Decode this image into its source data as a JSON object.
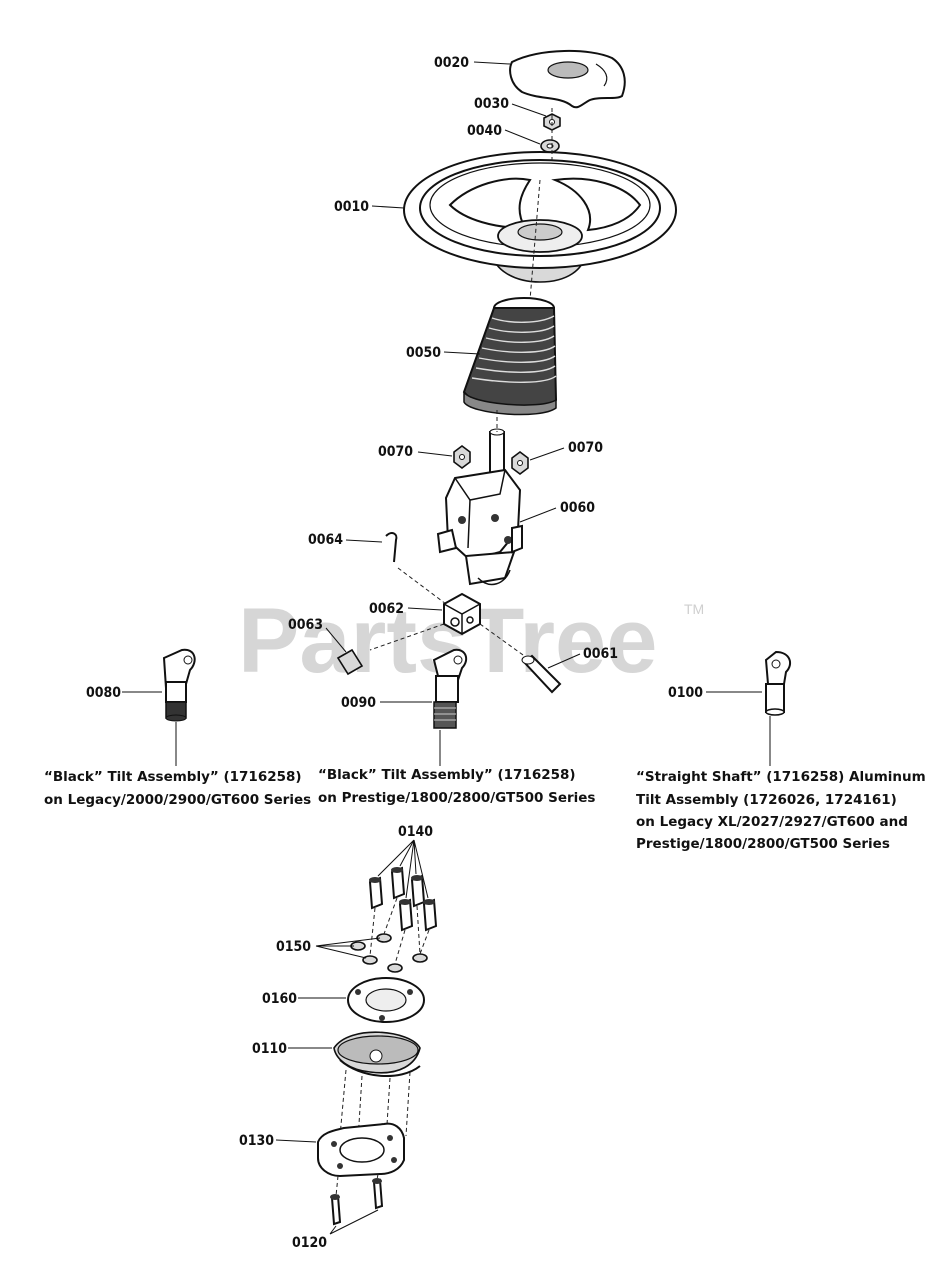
{
  "watermark": {
    "text": "PartsTree",
    "trademark": "TM"
  },
  "callouts": {
    "c0010": "0010",
    "c0020": "0020",
    "c0030": "0030",
    "c0040": "0040",
    "c0050": "0050",
    "c0060": "0060",
    "c0061": "0061",
    "c0062": "0062",
    "c0063": "0063",
    "c0064": "0064",
    "c0070a": "0070",
    "c0070b": "0070",
    "c0080": "0080",
    "c0090": "0090",
    "c0100": "0100",
    "c0110": "0110",
    "c0120": "0120",
    "c0130": "0130",
    "c0140": "0140",
    "c0150": "0150",
    "c0160": "0160"
  },
  "captions": {
    "black_legacy": [
      "“Black” Tilt Assembly” (1716258)",
      "on Legacy/2000/2900/GT600 Series"
    ],
    "black_prestige": [
      "“Black” Tilt Assembly” (1716258)",
      "on Prestige/1800/2800/GT500 Series"
    ],
    "straight_shaft": [
      "“Straight Shaft” (1716258) Aluminum",
      "Tilt Assembly (1726026, 1724161)",
      "on Legacy XL/2027/2927/GT600 and",
      "Prestige/1800/2800/GT500 Series"
    ]
  }
}
